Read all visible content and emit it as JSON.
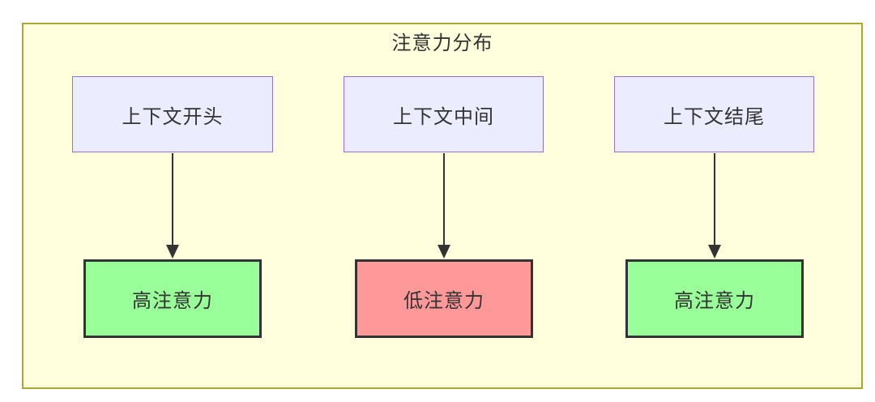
{
  "diagram": {
    "type": "flowchart",
    "title": "注意力分布",
    "columns": [
      {
        "source": {
          "label": "上下文开头"
        },
        "target": {
          "label": "高注意力",
          "level": "high"
        }
      },
      {
        "source": {
          "label": "上下文中间"
        },
        "target": {
          "label": "低注意力",
          "level": "low"
        }
      },
      {
        "source": {
          "label": "上下文结尾"
        },
        "target": {
          "label": "高注意力",
          "level": "high"
        }
      }
    ],
    "colors": {
      "container_fill": "#FFFFDE",
      "container_border": "#AAAA33",
      "source_node_fill": "#ECECFF",
      "source_node_border": "#9370DB",
      "high_attention_fill": "#99FF99",
      "low_attention_fill": "#FF9999",
      "target_node_border": "#333333",
      "arrow": "#333333",
      "text": "#333333"
    }
  }
}
